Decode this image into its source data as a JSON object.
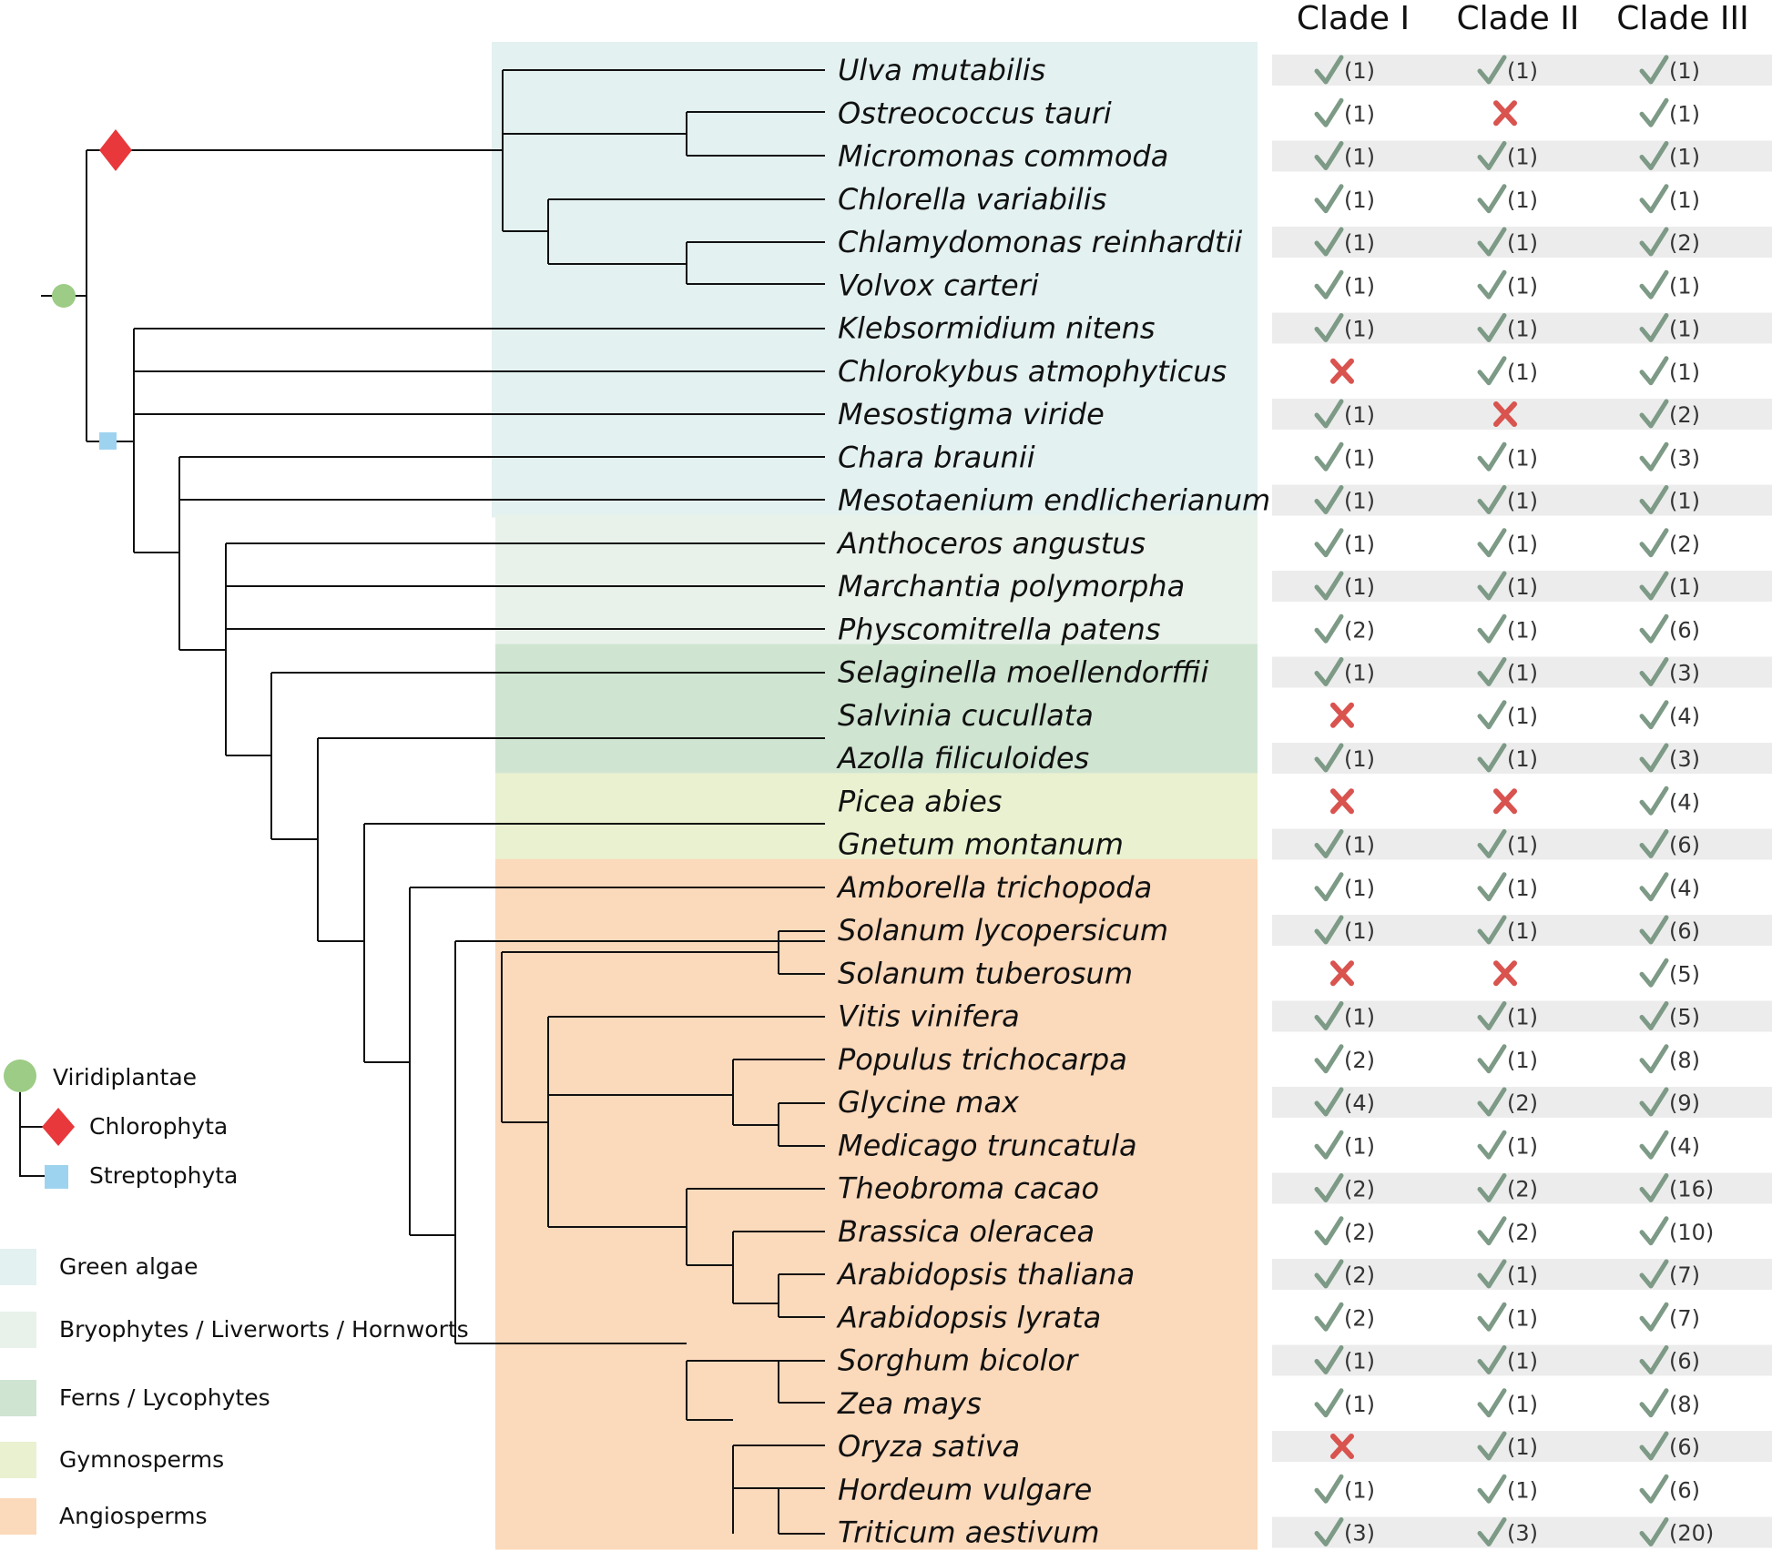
{
  "columns": [
    "Clade I",
    "Clade II",
    "Clade III"
  ],
  "taxa": [
    {
      "name": "Ulva mutabilis",
      "group": "green_algae",
      "c": [
        "1",
        "1",
        "1"
      ]
    },
    {
      "name": "Ostreococcus tauri",
      "group": "green_algae",
      "c": [
        "1",
        "x",
        "1"
      ]
    },
    {
      "name": "Micromonas commoda",
      "group": "green_algae",
      "c": [
        "1",
        "1",
        "1"
      ]
    },
    {
      "name": "Chlorella variabilis",
      "group": "green_algae",
      "c": [
        "1",
        "1",
        "1"
      ]
    },
    {
      "name": "Chlamydomonas reinhardtii",
      "group": "green_algae",
      "c": [
        "1",
        "1",
        "2"
      ]
    },
    {
      "name": "Volvox carteri",
      "group": "green_algae",
      "c": [
        "1",
        "1",
        "1"
      ]
    },
    {
      "name": "Klebsormidium nitens",
      "group": "green_algae",
      "c": [
        "1",
        "1",
        "1"
      ]
    },
    {
      "name": "Chlorokybus atmophyticus",
      "group": "green_algae",
      "c": [
        "x",
        "1",
        "1"
      ]
    },
    {
      "name": "Mesostigma viride",
      "group": "green_algae",
      "c": [
        "1",
        "x",
        "2"
      ]
    },
    {
      "name": "Chara braunii",
      "group": "green_algae",
      "c": [
        "1",
        "1",
        "3"
      ]
    },
    {
      "name": "Mesotaenium endlicherianum",
      "group": "green_algae",
      "c": [
        "1",
        "1",
        "1"
      ]
    },
    {
      "name": "Anthoceros angustus",
      "group": "bryophytes",
      "c": [
        "1",
        "1",
        "2"
      ]
    },
    {
      "name": "Marchantia polymorpha",
      "group": "bryophytes",
      "c": [
        "1",
        "1",
        "1"
      ]
    },
    {
      "name": "Physcomitrella patens",
      "group": "bryophytes",
      "c": [
        "2",
        "1",
        "6"
      ]
    },
    {
      "name": "Selaginella moellendorffii",
      "group": "ferns",
      "c": [
        "1",
        "1",
        "3"
      ]
    },
    {
      "name": "Salvinia cucullata",
      "group": "ferns",
      "c": [
        "x",
        "1",
        "4"
      ]
    },
    {
      "name": "Azolla filiculoides",
      "group": "ferns",
      "c": [
        "1",
        "1",
        "3"
      ]
    },
    {
      "name": "Picea abies",
      "group": "gymnosperms",
      "c": [
        "x",
        "x",
        "4"
      ]
    },
    {
      "name": "Gnetum montanum",
      "group": "gymnosperms",
      "c": [
        "1",
        "1",
        "6"
      ]
    },
    {
      "name": "Amborella trichopoda",
      "group": "angiosperms",
      "c": [
        "1",
        "1",
        "4"
      ]
    },
    {
      "name": "Solanum lycopersicum",
      "group": "angiosperms",
      "c": [
        "1",
        "1",
        "6"
      ]
    },
    {
      "name": "Solanum tuberosum",
      "group": "angiosperms",
      "c": [
        "x",
        "x",
        "5"
      ]
    },
    {
      "name": "Vitis vinifera",
      "group": "angiosperms",
      "c": [
        "1",
        "1",
        "5"
      ]
    },
    {
      "name": "Populus trichocarpa",
      "group": "angiosperms",
      "c": [
        "2",
        "1",
        "8"
      ]
    },
    {
      "name": "Glycine max",
      "group": "angiosperms",
      "c": [
        "4",
        "2",
        "9"
      ]
    },
    {
      "name": "Medicago truncatula",
      "group": "angiosperms",
      "c": [
        "1",
        "1",
        "4"
      ]
    },
    {
      "name": "Theobroma cacao",
      "group": "angiosperms",
      "c": [
        "2",
        "2",
        "16"
      ]
    },
    {
      "name": "Brassica oleracea",
      "group": "angiosperms",
      "c": [
        "2",
        "2",
        "10"
      ]
    },
    {
      "name": "Arabidopsis thaliana",
      "group": "angiosperms",
      "c": [
        "2",
        "1",
        "7"
      ]
    },
    {
      "name": "Arabidopsis lyrata",
      "group": "angiosperms",
      "c": [
        "2",
        "1",
        "7"
      ]
    },
    {
      "name": "Sorghum bicolor",
      "group": "angiosperms",
      "c": [
        "1",
        "1",
        "6"
      ]
    },
    {
      "name": "Zea mays",
      "group": "angiosperms",
      "c": [
        "1",
        "1",
        "8"
      ]
    },
    {
      "name": "Oryza sativa",
      "group": "angiosperms",
      "c": [
        "x",
        "1",
        "6"
      ]
    },
    {
      "name": "Hordeum vulgare",
      "group": "angiosperms",
      "c": [
        "1",
        "1",
        "6"
      ]
    },
    {
      "name": "Triticum aestivum",
      "group": "angiosperms",
      "c": [
        "3",
        "3",
        "20"
      ]
    }
  ],
  "node_legend": [
    {
      "label": "Viridiplantae",
      "shape": "circle",
      "color": "#9ccc85"
    },
    {
      "label": "Chlorophyta",
      "shape": "diamond",
      "color": "#e8383b"
    },
    {
      "label": "Streptophyta",
      "shape": "square",
      "color": "#9ed3ef"
    }
  ],
  "group_legend": [
    {
      "key": "green_algae",
      "label": "Green algae",
      "color": "#e3f1f0"
    },
    {
      "key": "bryophytes",
      "label": "Bryophytes / Liverworts / Hornworts",
      "color": "#e9f2ea"
    },
    {
      "key": "ferns",
      "label": "Ferns / Lycophytes",
      "color": "#cfe5d1"
    },
    {
      "key": "gymnosperms",
      "label": "Gymnosperms",
      "color": "#e9f1d0"
    },
    {
      "key": "angiosperms",
      "label": "Angiosperms",
      "color": "#fbd9bb"
    }
  ],
  "colors": {
    "check": "#7d9a86",
    "cross": "#d9534f",
    "row_alt": "#ececec",
    "branch": "#111111"
  }
}
